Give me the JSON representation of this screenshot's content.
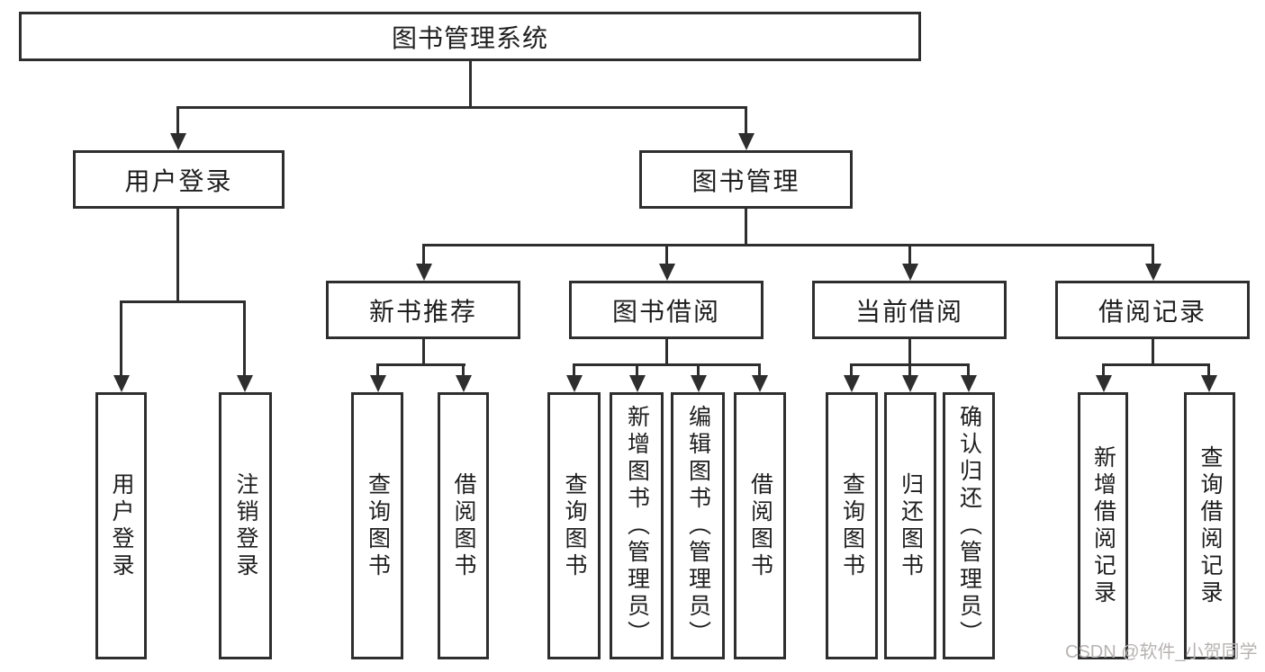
{
  "diagram": {
    "title": "图书管理系统",
    "root": {
      "label": "图书管理系统"
    },
    "level2": [
      {
        "label": "用户登录"
      },
      {
        "label": "图书管理"
      }
    ],
    "level3": [
      {
        "label": "新书推荐"
      },
      {
        "label": "图书借阅"
      },
      {
        "label": "当前借阅"
      },
      {
        "label": "借阅记录"
      }
    ],
    "leaves": [
      {
        "label": "用户登录",
        "parent": "用户登录"
      },
      {
        "label": "注销登录",
        "parent": "用户登录"
      },
      {
        "label": "查询图书",
        "parent": "新书推荐"
      },
      {
        "label": "借阅图书",
        "parent": "新书推荐"
      },
      {
        "label": "查询图书",
        "parent": "图书借阅"
      },
      {
        "label": "新增图书（管理员）",
        "parent": "图书借阅"
      },
      {
        "label": "编辑图书（管理员）",
        "parent": "图书借阅"
      },
      {
        "label": "借阅图书",
        "parent": "图书借阅"
      },
      {
        "label": "查询图书",
        "parent": "当前借阅"
      },
      {
        "label": "归还图书",
        "parent": "当前借阅"
      },
      {
        "label": "确认归还（管理员）",
        "parent": "当前借阅"
      },
      {
        "label": "新增借阅记录",
        "parent": "借阅记录"
      },
      {
        "label": "查询借阅记录",
        "parent": "借阅记录"
      }
    ],
    "watermark": "CSDN @软件_小贺同学",
    "colors": {
      "line": "#2e2e2e",
      "box_border": "#2e2e2e",
      "text": "#1e1e1e",
      "watermark": "#b7b3b2",
      "background": "#ffffff"
    }
  }
}
